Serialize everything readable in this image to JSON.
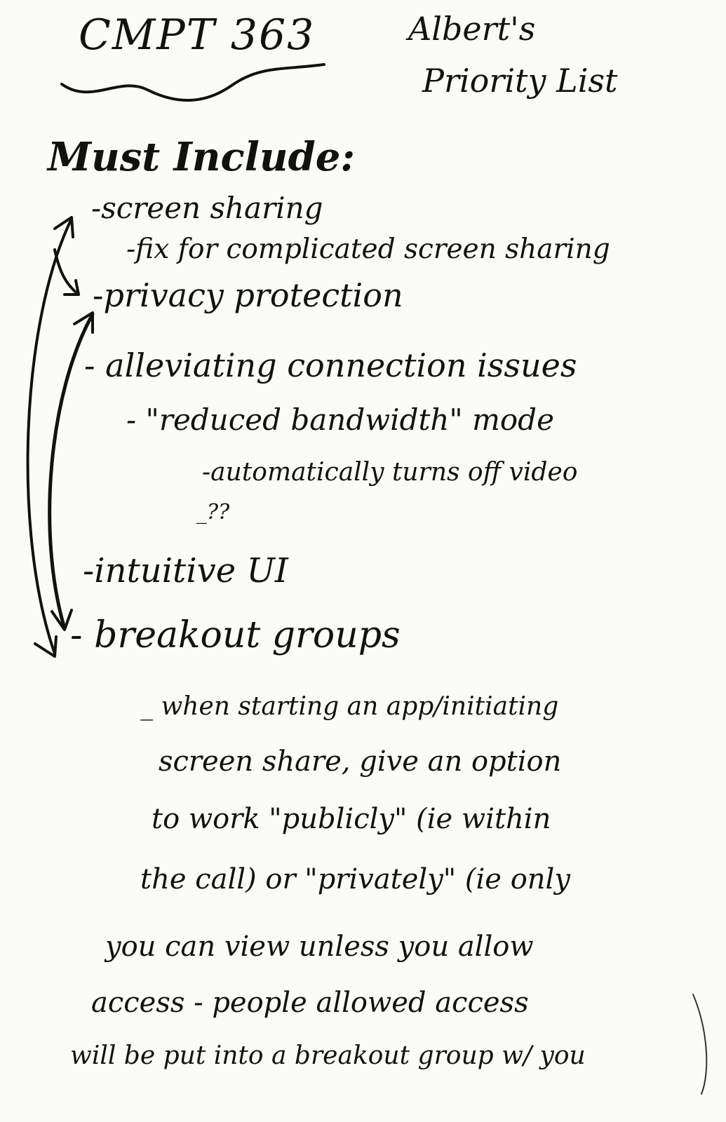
{
  "header": {
    "course": "CMPT 363",
    "title_line1": "Albert's",
    "title_line2": "Priority List"
  },
  "section_heading": "Must Include:",
  "lines": [
    "-screen sharing",
    "-fix for complicated screen sharing",
    "-privacy protection",
    "- alleviating connection issues",
    "- \"reduced bandwidth\" mode",
    "-automatically turns off video",
    "_??",
    "-intuitive UI",
    "- breakout groups",
    "_ when starting an app/initiating",
    "screen share, give an option",
    "to work \"publicly\" (ie within",
    "the call) or \"privately\" (ie only",
    "you can view unless you allow",
    "access - people allowed access",
    "will be put into a breakout group w/ you"
  ],
  "colors": {
    "ink": "#111111",
    "paper": "#fbfbf8"
  }
}
